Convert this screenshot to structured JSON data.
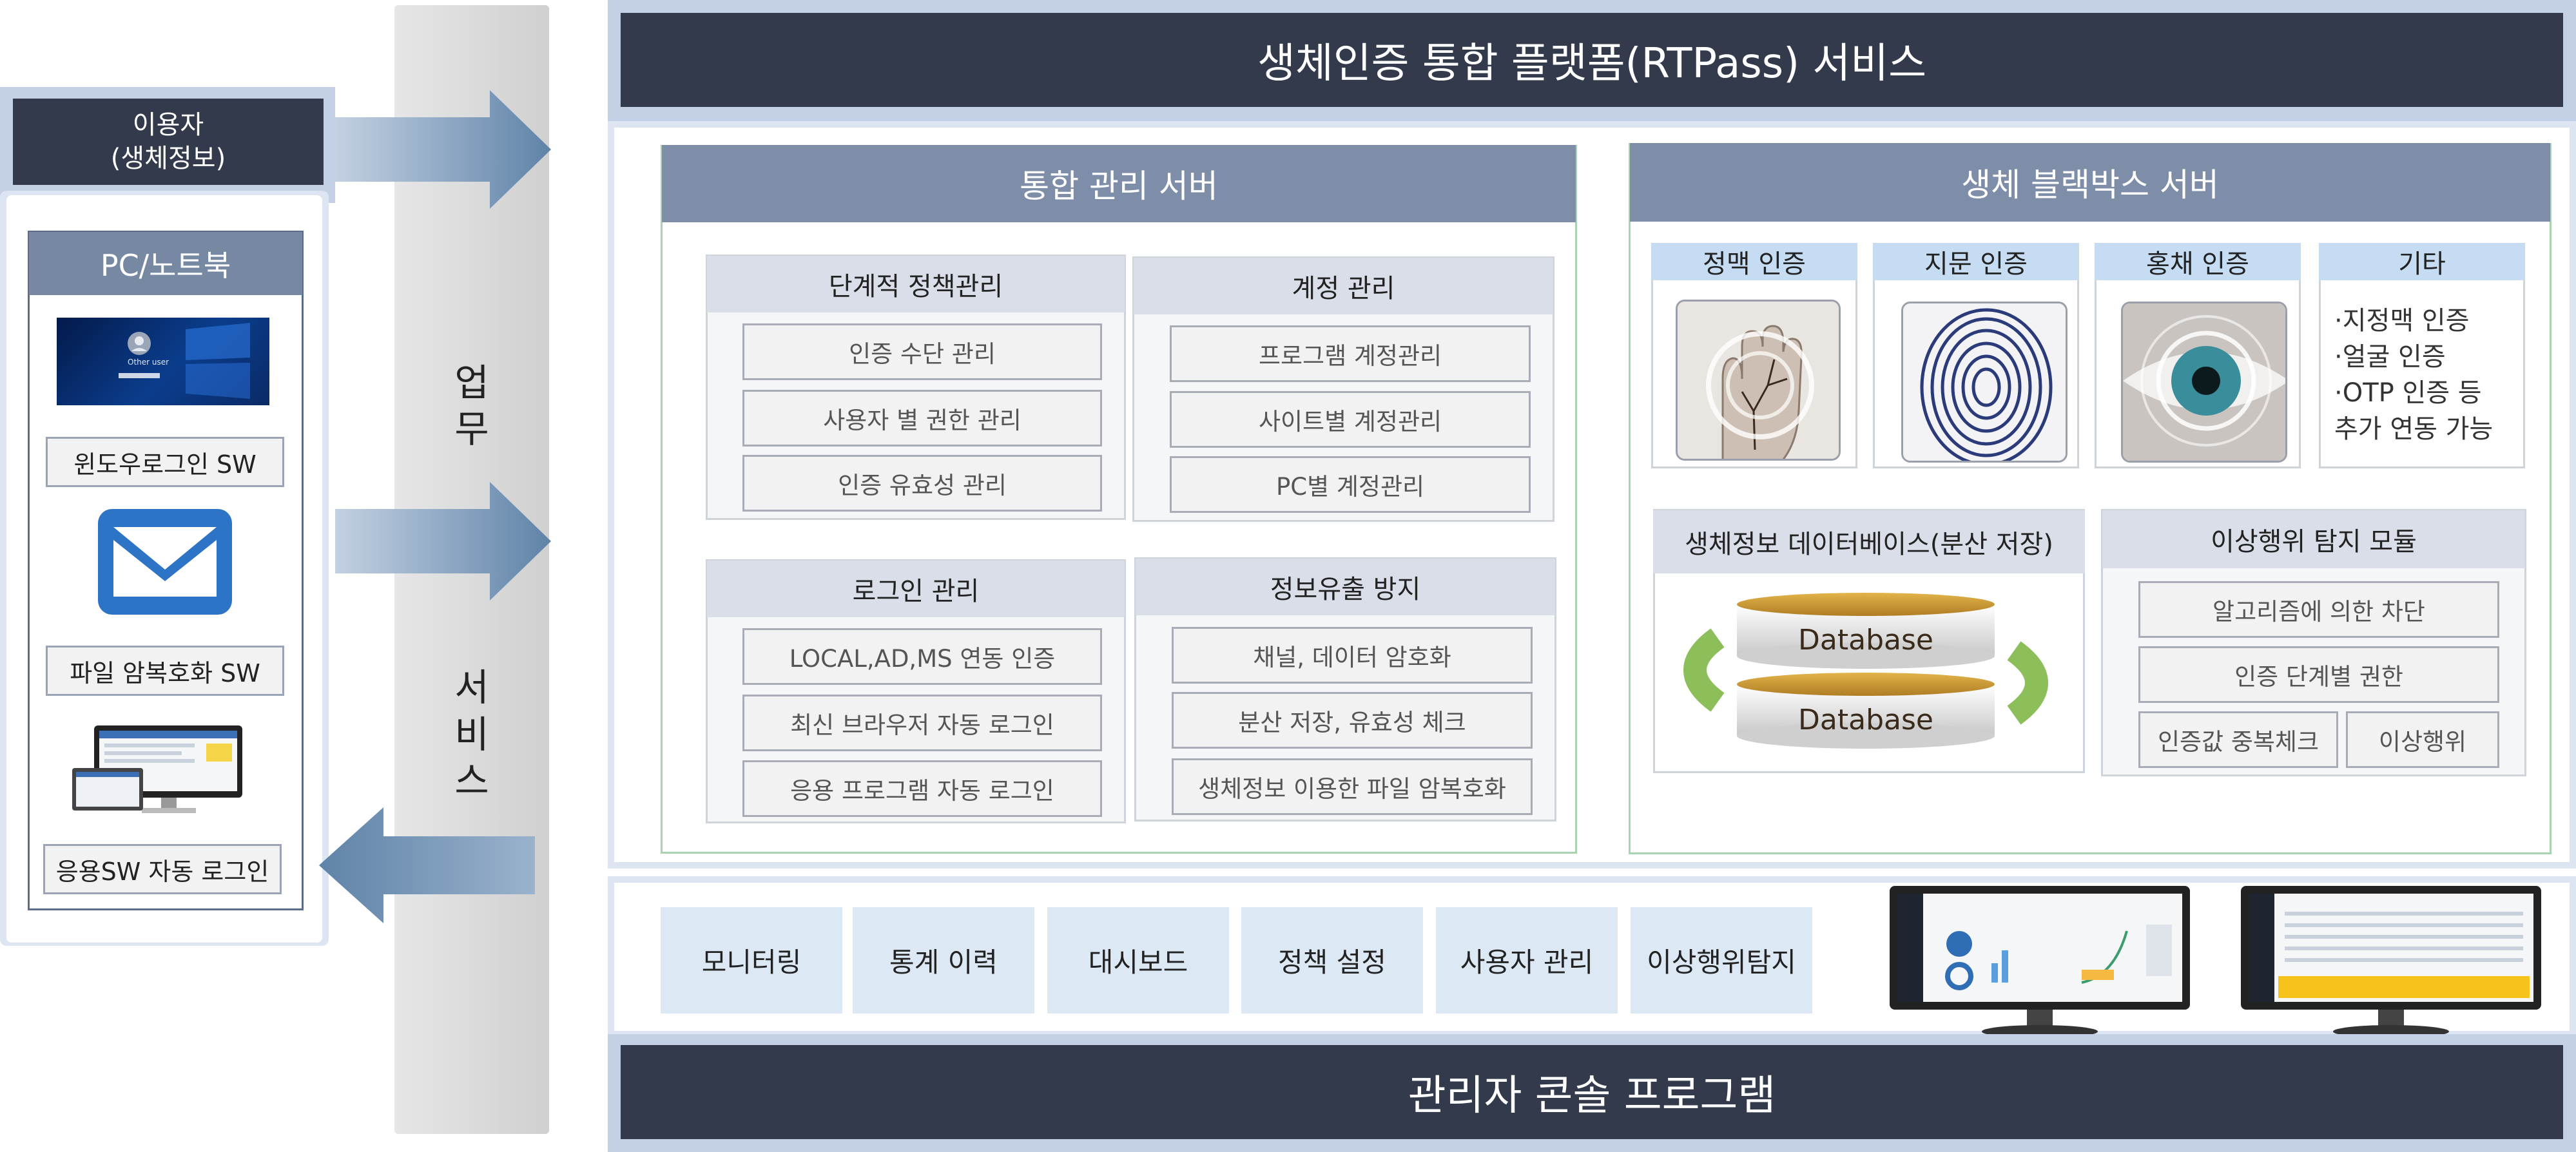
{
  "title": "생체인증 통합 플랫폼(RTPass) 서비스",
  "console_title": "관리자 콘솔 프로그램",
  "user": {
    "label": "이용자\n(생체정보)",
    "panel_title": "PC/노트북",
    "windows_logon_text": "Other user",
    "sw_items": [
      "윈도우로그인 SW",
      "파일 암복호화 SW",
      "응용SW 자동 로그인"
    ]
  },
  "band": {
    "top_text": "업\n무",
    "bottom_text": "서\n비\n스"
  },
  "integrated_server": {
    "title": "통합 관리 서버",
    "sections": [
      {
        "title": "단계적 정책관리",
        "items": [
          "인증 수단 관리",
          "사용자 별 권한 관리",
          "인증 유효성 관리"
        ]
      },
      {
        "title": "계정 관리",
        "items": [
          "프로그램 계정관리",
          "사이트별 계정관리",
          "PC별 계정관리"
        ]
      },
      {
        "title": "로그인 관리",
        "items": [
          "LOCAL,AD,MS 연동 인증",
          "최신 브라우저 자동 로그인",
          "응용 프로그램 자동 로그인"
        ]
      },
      {
        "title": "정보유출 방지",
        "items": [
          "채널, 데이터 암호화",
          "분산 저장, 유효성 체크",
          "생체정보 이용한 파일 암복호화"
        ]
      }
    ]
  },
  "blackbox_server": {
    "title": "생체 블랙박스 서버",
    "bio_methods": [
      "정맥 인증",
      "지문 인증",
      "홍채 인증",
      "기타"
    ],
    "etc_text": "·지정맥 인증\n·얼굴 인증\n·OTP 인증 등\n 추가 연동 가능",
    "db": {
      "title": "생체정보 데이터베이스(분산 저장)",
      "label": "Database"
    },
    "anomaly": {
      "title": "이상행위 탐지 모듈",
      "items": [
        "알고리즘에 의한 차단",
        "인증 단계별 권한",
        "인증값 중복체크",
        "이상행위"
      ]
    }
  },
  "console_buttons": [
    "모니터링",
    "통계 이력",
    "대시보드",
    "정책 설정",
    "사용자 관리",
    "이상행위탐지"
  ],
  "colors": {
    "dark_navy": "#323a4b",
    "header_gray_blue": "#7f8ea8",
    "light_blue": "#c5dcf3",
    "frame_blue": "#c4d0e6",
    "arrow_blue": "#5f83a8"
  }
}
